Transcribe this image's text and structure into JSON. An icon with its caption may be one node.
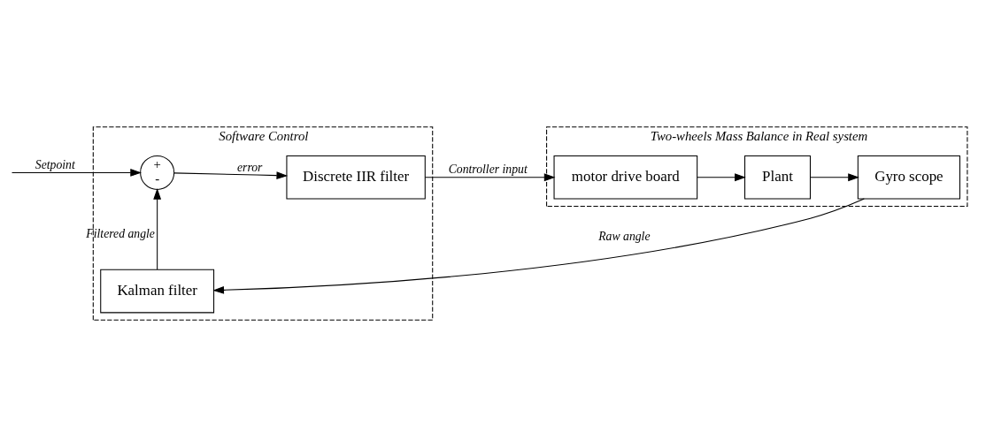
{
  "diagram": {
    "nodes": [
      {
        "text": [
          "Software Control"
        ]
      },
      {
        "text": [
          "Two-wheels Mass Balance in Real system"
        ]
      },
      {
        "text": [
          "+",
          "-"
        ],
        "in": 0
      },
      {
        "text": [
          "Discrete IIR filter"
        ],
        "in": 0
      },
      {
        "text": [
          "Kalman filter"
        ],
        "in": 0
      },
      {
        "text": [
          "motor drive board"
        ],
        "in": 1
      },
      {
        "text": [
          "Plant"
        ],
        "in": 1
      },
      {
        "text": [
          "Gyro scope"
        ],
        "in": 1
      }
    ],
    "edges": [
      {
        "from": null,
        "to": 2,
        "arrow": "to",
        "label": "Setpoint"
      },
      {
        "from": 2,
        "to": 3,
        "arrow": "to",
        "label": "error"
      },
      {
        "from": 3,
        "to": 5,
        "arrow": "to",
        "label": "Controller input"
      },
      {
        "from": 5,
        "to": 6,
        "arrow": "to"
      },
      {
        "from": 6,
        "to": 7,
        "arrow": "to"
      },
      {
        "from": 7,
        "to": 4,
        "arrow": "to",
        "label": "Raw angle"
      },
      {
        "from": 4,
        "to": 2,
        "arrow": "to",
        "label": "Filtered angle"
      }
    ]
  }
}
